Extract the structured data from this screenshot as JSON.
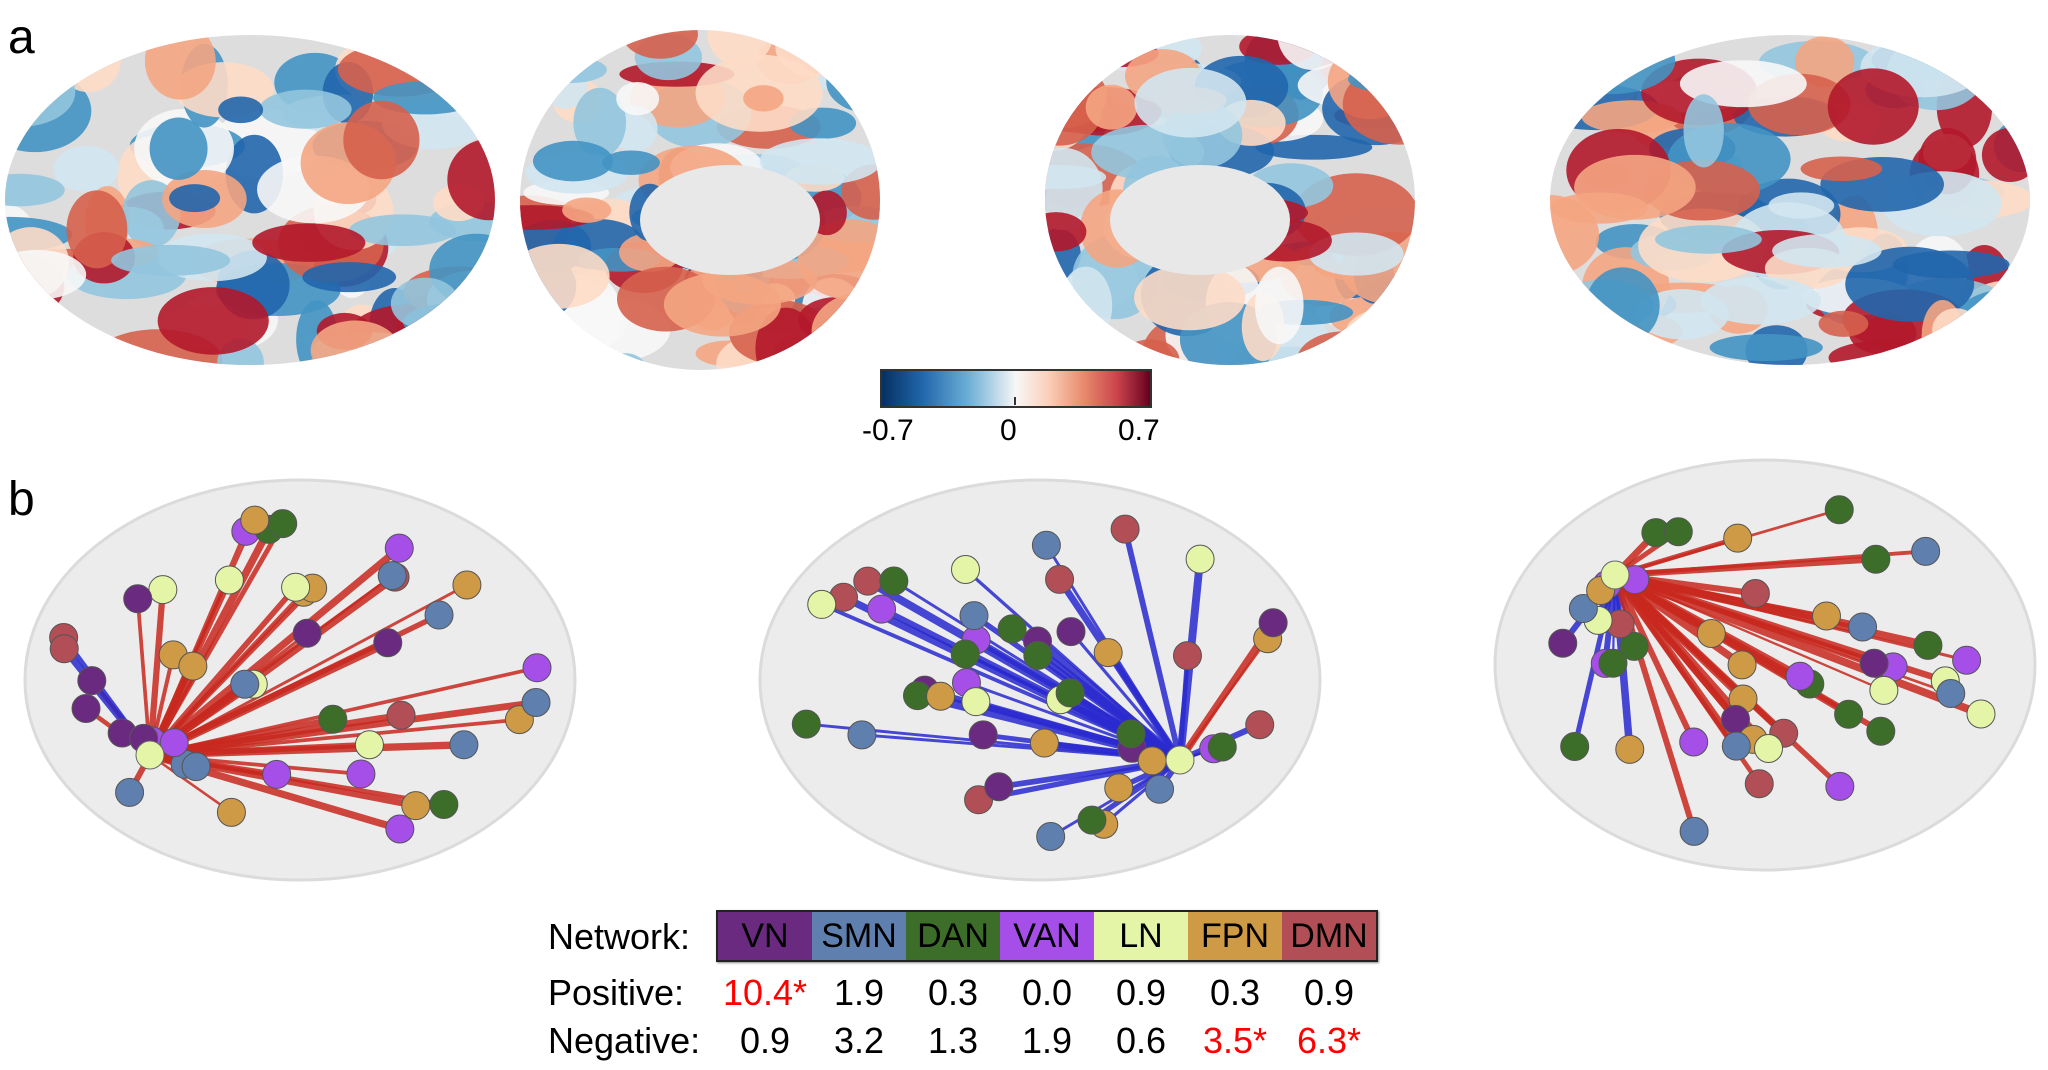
{
  "panels": {
    "a": "a",
    "b": "b"
  },
  "colorbar": {
    "min_label": "-0.7",
    "mid_label": "0",
    "max_label": "0.7",
    "min": -0.7,
    "max": 0.7
  },
  "legend": {
    "network_label": "Network:",
    "positive_label": "Positive:",
    "negative_label": "Negative:",
    "networks": [
      {
        "name": "VN",
        "color": "#6a2a80",
        "positive": "10.4*",
        "negative": "0.9",
        "pos_sig": true,
        "neg_sig": false
      },
      {
        "name": "SMN",
        "color": "#5f7fae",
        "positive": "1.9",
        "negative": "3.2",
        "pos_sig": false,
        "neg_sig": false
      },
      {
        "name": "DAN",
        "color": "#3c6e2a",
        "positive": "0.3",
        "negative": "1.3",
        "pos_sig": false,
        "neg_sig": false
      },
      {
        "name": "VAN",
        "color": "#a64ee8",
        "positive": "0.0",
        "negative": "1.9",
        "pos_sig": false,
        "neg_sig": false
      },
      {
        "name": "LN",
        "color": "#e4f5a8",
        "positive": "0.9",
        "negative": "0.6",
        "pos_sig": false,
        "neg_sig": false
      },
      {
        "name": "FPN",
        "color": "#cf9a45",
        "positive": "0.3",
        "negative": "3.5*",
        "pos_sig": false,
        "neg_sig": true
      },
      {
        "name": "DMN",
        "color": "#b24e55",
        "positive": "0.9",
        "negative": "6.3*",
        "pos_sig": false,
        "neg_sig": true
      }
    ]
  },
  "edge_colors": {
    "positive": "#c8281e",
    "negative": "#2a2ad0"
  }
}
